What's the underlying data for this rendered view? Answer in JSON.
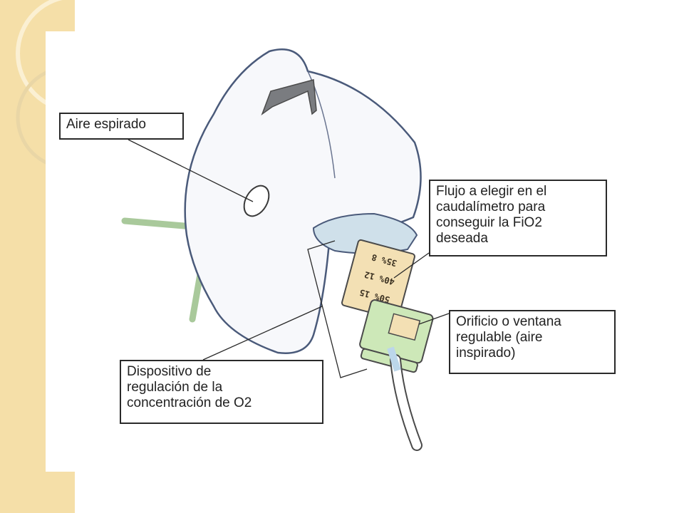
{
  "theme": {
    "side_strip_color": "#f5dfa8",
    "mask_fill": "#f7f8fb",
    "mask_outline": "#4a5a7a",
    "collar_color": "#cfe0ea",
    "tube_color": "#f3e0b4",
    "valve_color": "#cde8b8",
    "strap_color": "#a9c99b",
    "line_color": "#2a2a2a"
  },
  "diagram": {
    "labels": {
      "aire_espirado": "Aire espirado",
      "flujo": "Flujo a elegir en el\ncaudalímetro para\nconseguir la FiO2\ndeseada",
      "orificio": "Orificio o ventana\nregulable (aire\ninspirado)",
      "dispositivo": "Dispositivo de\nregulación de la\nconcentración de O2"
    },
    "scale_marks": [
      "35% 8",
      "40% 12",
      "50% 15"
    ],
    "icons": [
      "oxygen-mask-icon",
      "exhalation-port-icon",
      "venturi-valve-icon",
      "oxygen-tube-icon",
      "elastic-strap-icon"
    ]
  }
}
